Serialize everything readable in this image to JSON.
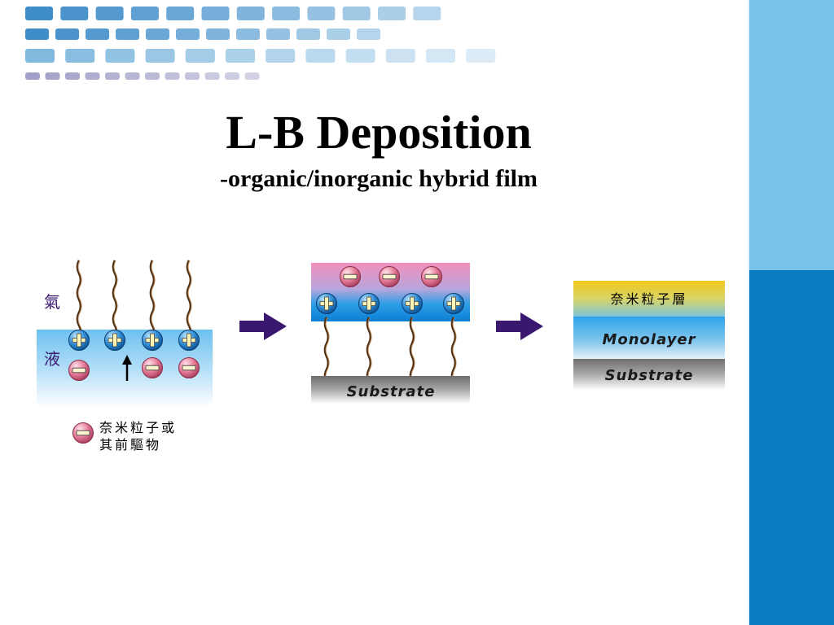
{
  "slide": {
    "title": "L-B Deposition",
    "subtitle": "-organic/inorganic hybrid film"
  },
  "diagram": {
    "panel1": {
      "gas_label": "氣",
      "liquid_label": "液",
      "legend_text_line1": "奈米粒子或",
      "legend_text_line2": "其前驅物"
    },
    "panel2": {
      "substrate_label": "Substrate"
    },
    "panel3": {
      "nano_layer_label": "奈米粒子層",
      "monolayer_label": "Monolayer",
      "substrate_label": "Substrate"
    }
  },
  "colors": {
    "sidebar_light": "#78c3ea",
    "sidebar_dark": "#0a7cc3",
    "arrow": "#3a1870",
    "plus_ion": "#2f8ed6",
    "minus_ion": "#e57a98",
    "water": "#6cc0ef",
    "substrate": "#8c8c8c",
    "nano_layer": "#f2c71c"
  },
  "icons": {
    "arrow": "right-arrow-icon",
    "plus": "plus-ion-icon",
    "minus": "minus-ion-icon",
    "up_arrow": "up-arrow-icon"
  }
}
